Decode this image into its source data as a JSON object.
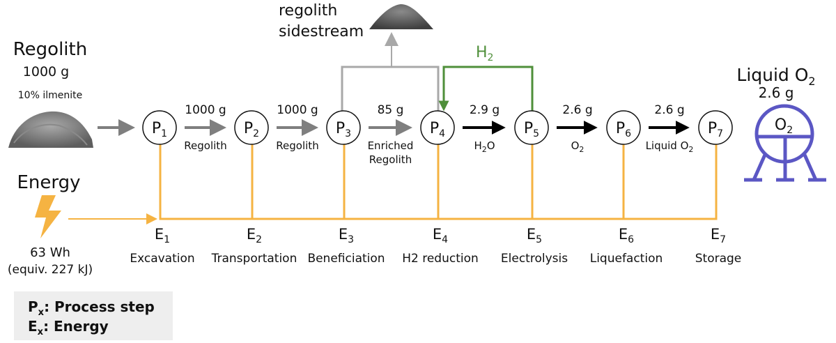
{
  "input": {
    "title": "Regolith",
    "mass": "1000 g",
    "composition": "10% ilmenite",
    "image_icon": "regolith-pile-icon"
  },
  "sidestream": {
    "line1": "regolith",
    "line2": "sidestream",
    "image_icon": "regolith-heap-icon"
  },
  "feedback": {
    "label": "H",
    "sub": "2"
  },
  "output": {
    "title": "Liquid O",
    "title_sub": "2",
    "mass": "2.6 g",
    "tank_label": "O",
    "tank_sub": "2",
    "tank_color": "#5b57c4",
    "tank_icon": "storage-tank-icon"
  },
  "energy": {
    "title": "Energy",
    "amount": "63 Wh",
    "equiv": "(equiv. 227 kJ)",
    "line_color": "#f5b342",
    "bolt_icon": "lightning-bolt-icon"
  },
  "processes": [
    {
      "p": "P",
      "sub": "1",
      "e": "E",
      "esub": "1",
      "name": "Excavation"
    },
    {
      "p": "P",
      "sub": "2",
      "e": "E",
      "esub": "2",
      "name": "Transportation"
    },
    {
      "p": "P",
      "sub": "3",
      "e": "E",
      "esub": "3",
      "name": "Beneficiation"
    },
    {
      "p": "P",
      "sub": "4",
      "e": "E",
      "esub": "4",
      "name": "H2 reduction"
    },
    {
      "p": "P",
      "sub": "5",
      "e": "E",
      "esub": "5",
      "name": "Electrolysis"
    },
    {
      "p": "P",
      "sub": "6",
      "e": "E",
      "esub": "6",
      "name": "Liquefaction"
    },
    {
      "p": "P",
      "sub": "7",
      "e": "E",
      "esub": "7",
      "name": "Storage"
    }
  ],
  "flows": [
    {
      "mass": "1000 g",
      "label": "Regolith",
      "label2": ""
    },
    {
      "mass": "1000 g",
      "label": "Regolith",
      "label2": ""
    },
    {
      "mass": "85 g",
      "label": "Enriched",
      "label2": "Regolith"
    },
    {
      "mass": "2.9 g",
      "label": "H",
      "label_sub": "2",
      "label_tail": "O"
    },
    {
      "mass": "2.6 g",
      "label": "O",
      "label_sub": "2",
      "label_tail": ""
    },
    {
      "mass": "2.6 g",
      "label": "Liquid O",
      "label_sub": "2",
      "label_tail": ""
    }
  ],
  "legend": {
    "p_key": "P",
    "p_sub": "x",
    "p_text": ": Process step",
    "e_key": "E",
    "e_sub": "x",
    "e_text": ": Energy"
  },
  "colors": {
    "energy": "#f5b342",
    "sidestream": "#a8a8a8",
    "hydrogen": "#4f8f3a",
    "grey_arrow": "#7f7f7f",
    "black_arrow": "#000000"
  }
}
